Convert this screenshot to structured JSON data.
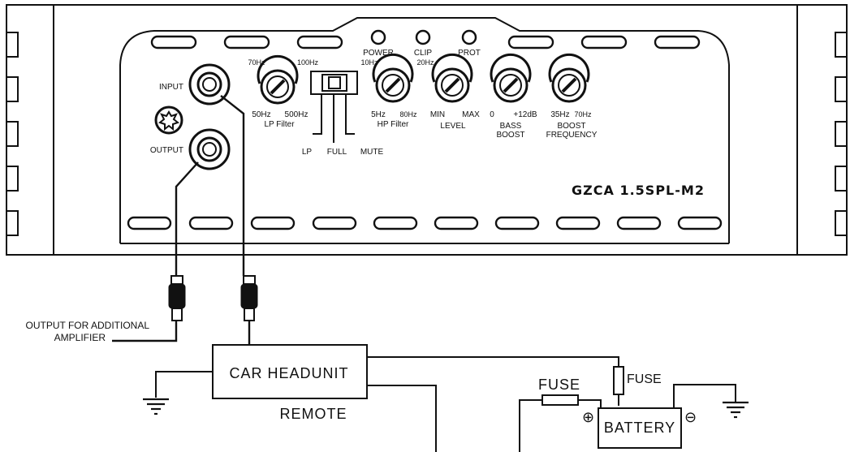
{
  "amp": {
    "leds": [
      "POWER",
      "CLIP",
      "PROT"
    ],
    "input_label": "INPUT",
    "output_label": "OUTPUT",
    "lp_filter": {
      "min": "50Hz",
      "max": "500Hz",
      "top_left": "70Hz",
      "top_right": "100Hz",
      "title": "LP Filter"
    },
    "hp_filter": {
      "min": "5Hz",
      "max": "80Hz",
      "top_left": "10Hz",
      "top_right": "20Hz",
      "title": "HP Filter"
    },
    "level": {
      "min": "MIN",
      "max": "MAX",
      "title": "LEVEL"
    },
    "bass_boost": {
      "min": "0",
      "max": "+12dB",
      "title_line1": "BASS",
      "title_line2": "BOOST"
    },
    "boost_freq": {
      "min": "35Hz",
      "max": "70Hz",
      "title_line1": "BOOST",
      "title_line2": "FREQUENCY"
    },
    "switch_positions": [
      "LP",
      "FULL",
      "MUTE"
    ],
    "model": "GZCA 1.5SPL-M2"
  },
  "wiring": {
    "additional_output_line1": "OUTPUT FOR ADDITIONAL",
    "additional_output_line2": "AMPLIFIER",
    "headunit": "CAR HEADUNIT",
    "remote": "REMOTE",
    "fuse_left": "FUSE",
    "fuse_right": "FUSE",
    "battery": "BATTERY",
    "positive": "⊕",
    "negative": "⊖"
  }
}
